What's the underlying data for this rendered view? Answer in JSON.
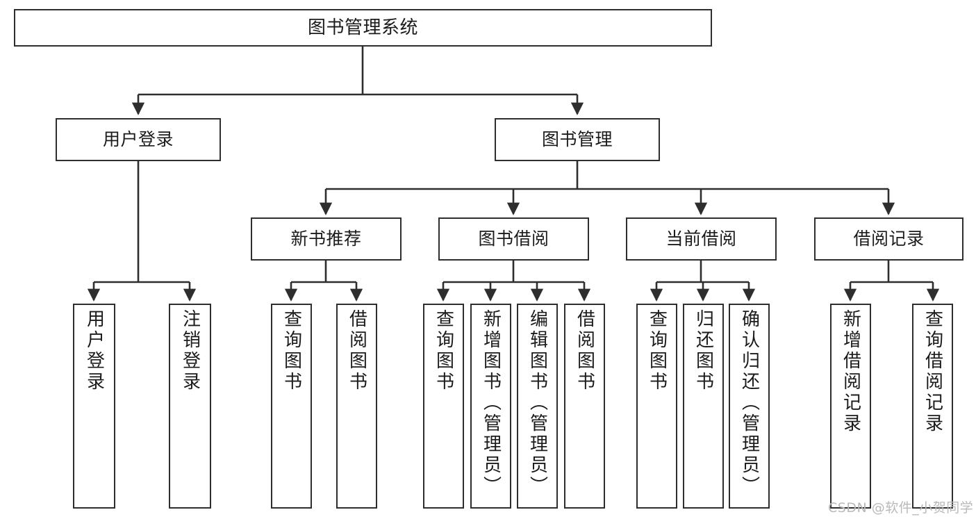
{
  "diagram": {
    "title": "图书管理系统",
    "type": "tree-hierarchy",
    "root": {
      "label": "图书管理系统"
    },
    "level2": [
      {
        "label": "用户登录"
      },
      {
        "label": "图书管理"
      }
    ],
    "level3": [
      {
        "label": "新书推荐"
      },
      {
        "label": "图书借阅"
      },
      {
        "label": "当前借阅"
      },
      {
        "label": "借阅记录"
      }
    ],
    "leaves": {
      "user_login": [
        {
          "label": "用户登录"
        },
        {
          "label": "注销登录"
        }
      ],
      "new_book_recommend": [
        {
          "label": "查询图书"
        },
        {
          "label": "借阅图书"
        }
      ],
      "book_borrow": [
        {
          "label": "查询图书"
        },
        {
          "label": "新增图书（管理员）"
        },
        {
          "label": "编辑图书（管理员）"
        },
        {
          "label": "借阅图书"
        }
      ],
      "current_borrow": [
        {
          "label": "查询图书"
        },
        {
          "label": "归还图书"
        },
        {
          "label": "确认归还（管理员）"
        }
      ],
      "borrow_record": [
        {
          "label": "新增借阅记录"
        },
        {
          "label": "查询借阅记录"
        }
      ]
    }
  },
  "watermark": {
    "text": "CSDN @软件_小贺同学"
  },
  "colors": {
    "stroke": "#2e2e2e",
    "text": "#1b1b1b",
    "background": "#ffffff",
    "watermark": "#b9b9b9"
  }
}
